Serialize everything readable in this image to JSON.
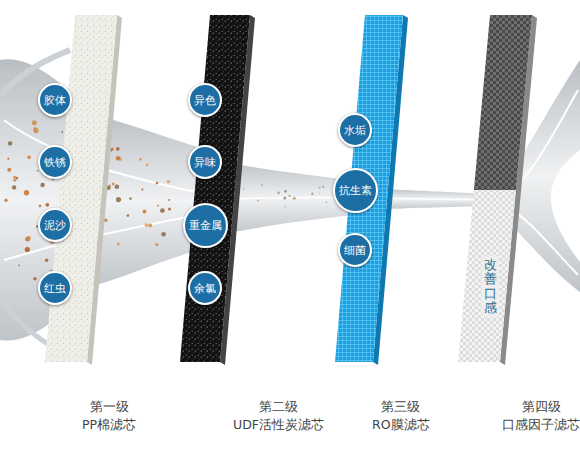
{
  "diagram": {
    "nodes": [
      {
        "text": [
          "第一级 PP棉滤芯"
        ]
      },
      {
        "text": [
          "胶体"
        ],
        "in": 0
      },
      {
        "text": [
          "铁锈"
        ],
        "in": 0
      },
      {
        "text": [
          "泥沙"
        ],
        "in": 0
      },
      {
        "text": [
          "红虫"
        ],
        "in": 0
      },
      {
        "text": [
          "第二级 UDF活性炭滤芯"
        ]
      },
      {
        "text": [
          "异色"
        ],
        "in": 5
      },
      {
        "text": [
          "异味"
        ],
        "in": 5
      },
      {
        "text": [
          "重金属"
        ],
        "in": 5
      },
      {
        "text": [
          "余氯"
        ],
        "in": 5
      },
      {
        "text": [
          "第三级 RO膜滤芯"
        ]
      },
      {
        "text": [
          "水垢"
        ],
        "in": 10
      },
      {
        "text": [
          "抗生素"
        ],
        "in": 10
      },
      {
        "text": [
          "细菌"
        ],
        "in": 10
      },
      {
        "text": [
          "第四级 口感因子滤芯",
          "改善口感"
        ]
      }
    ]
  }
}
